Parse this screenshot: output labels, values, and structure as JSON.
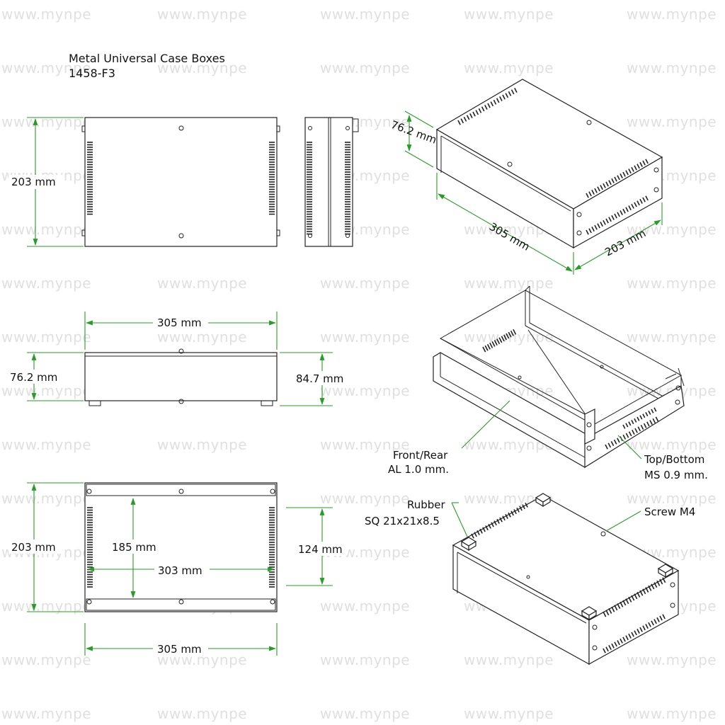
{
  "title": {
    "line1": "Metal Universal Case Boxes",
    "line2": "1458-F3"
  },
  "watermark": "www.mynpe",
  "colors": {
    "dimension": "#2a9a2a",
    "outline": "#222222",
    "watermark": "#e0e0e0"
  },
  "dimensions": {
    "front_height": "203 mm",
    "iso_depth": "76.2 mm",
    "iso_length": "305 mm",
    "iso_width": "203 mm",
    "side_length": "305 mm",
    "side_height": "76.2 mm",
    "side_height_with_feet": "84.7 mm",
    "top_height": "203 mm",
    "inner_height": "185 mm",
    "inner_length": "303 mm",
    "panel_height": "124 mm",
    "top_length": "305 mm"
  },
  "callouts": {
    "front_rear": {
      "line1": "Front/Rear",
      "line2": "AL 1.0 mm."
    },
    "top_bottom": {
      "line1": "Top/Bottom",
      "line2": "MS 0.9 mm."
    },
    "rubber": {
      "line1": "Rubber",
      "line2": "SQ 21x21x8.5"
    },
    "screw": "Screw M4"
  }
}
